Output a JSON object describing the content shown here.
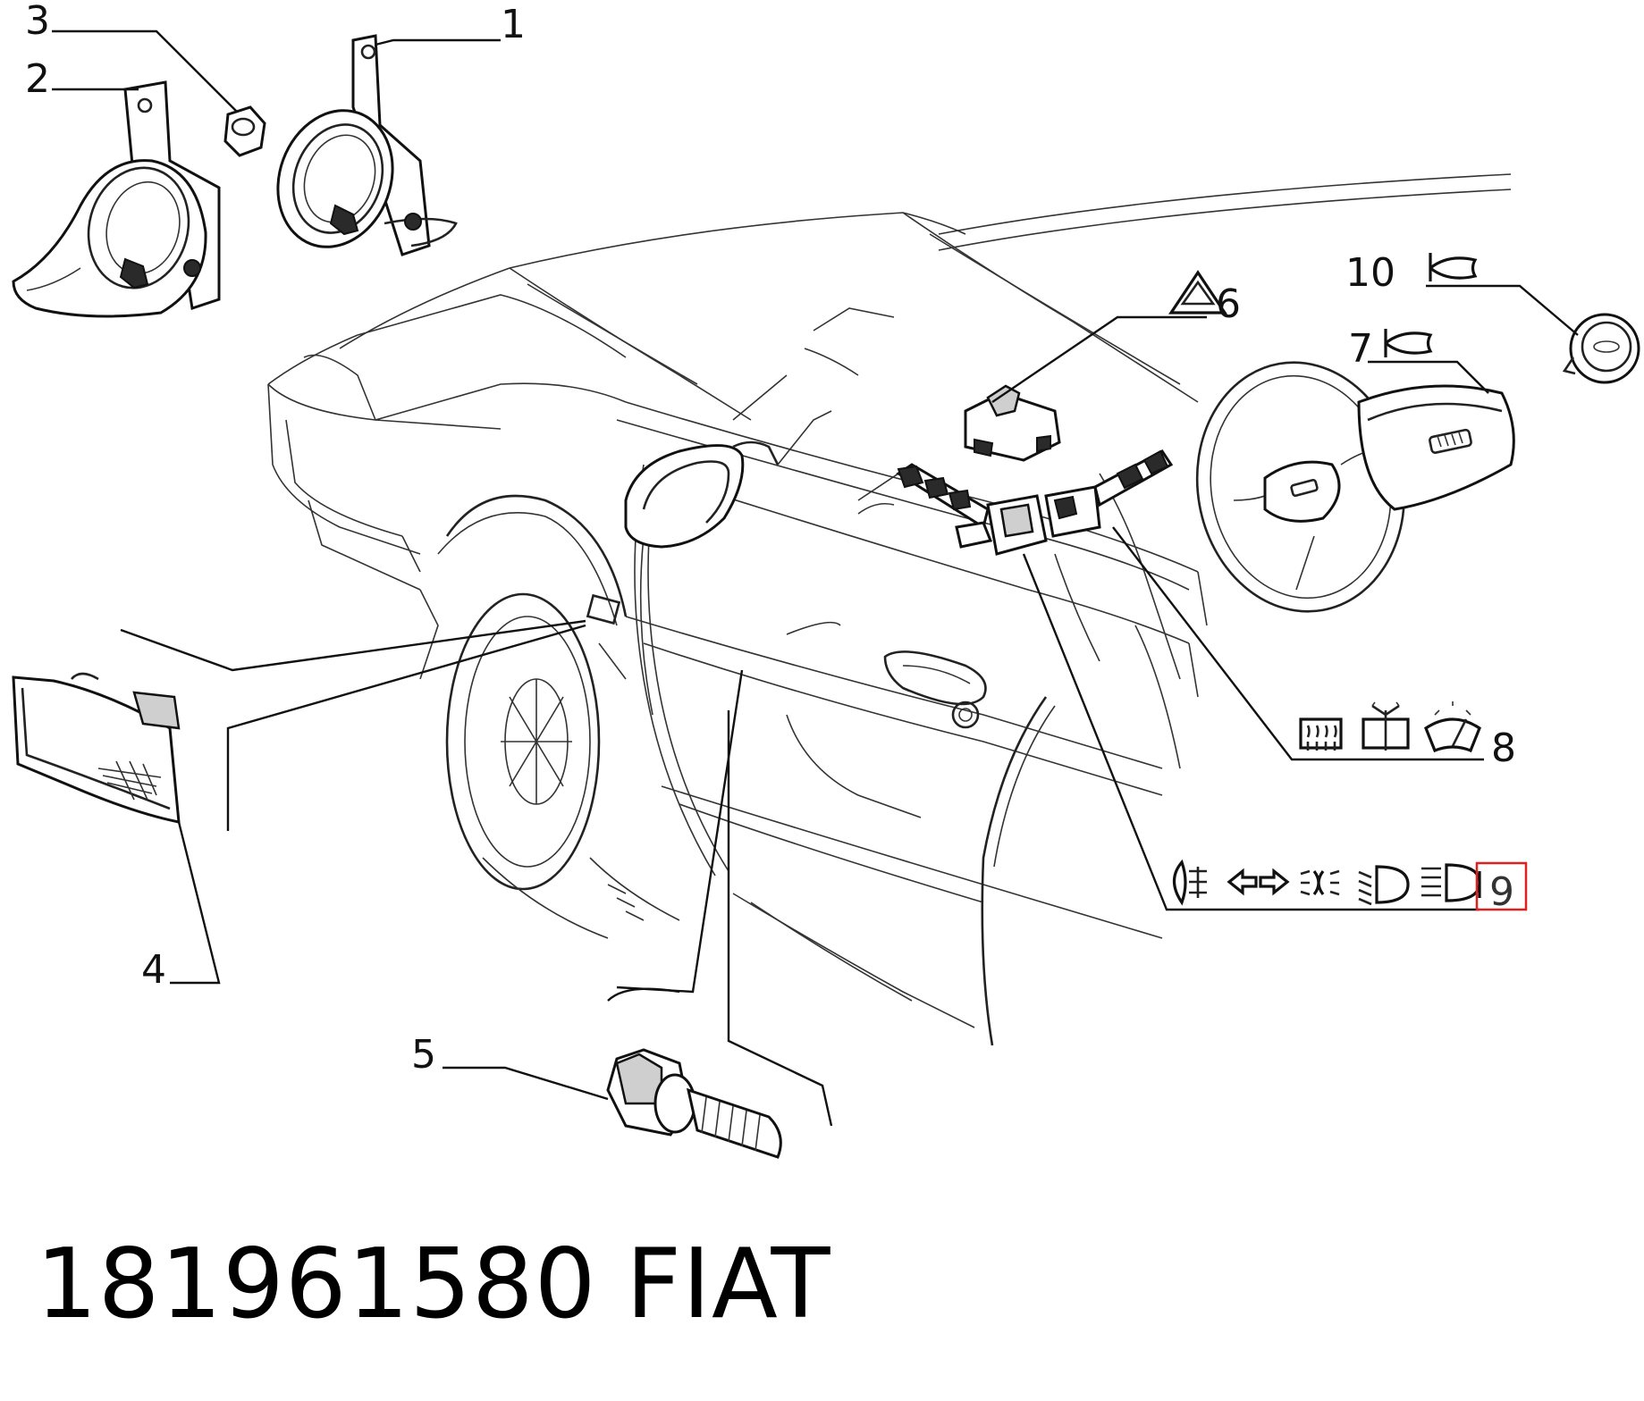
{
  "diagram": {
    "part_labels": [
      {
        "id": "1",
        "text": "1"
      },
      {
        "id": "2",
        "text": "2"
      },
      {
        "id": "3",
        "text": "3"
      },
      {
        "id": "4",
        "text": "4"
      },
      {
        "id": "5",
        "text": "5"
      },
      {
        "id": "6",
        "text": "6"
      },
      {
        "id": "7",
        "text": "7"
      },
      {
        "id": "8",
        "text": "8"
      },
      {
        "id": "9",
        "text": "9"
      },
      {
        "id": "10",
        "text": "10"
      }
    ],
    "highlighted_label": "9",
    "highlight_color": "#e02020",
    "line_color": "#111111",
    "symbols": {
      "label_6": [
        "hazard-triangle-icon"
      ],
      "label_7": [
        "horn-icon"
      ],
      "label_10": [
        "horn-icon"
      ],
      "label_8": [
        "rear-defrost-icon",
        "rear-washer-icon",
        "windscreen-wiper-icon"
      ],
      "label_9": [
        "rear-fog-icon",
        "turn-left-icon",
        "turn-right-icon",
        "sidelight-icon",
        "dipped-beam-icon",
        "main-beam-icon",
        "headlight-flash-icon"
      ]
    }
  },
  "footer": {
    "part_number": "181961580",
    "brand": "FIAT"
  }
}
